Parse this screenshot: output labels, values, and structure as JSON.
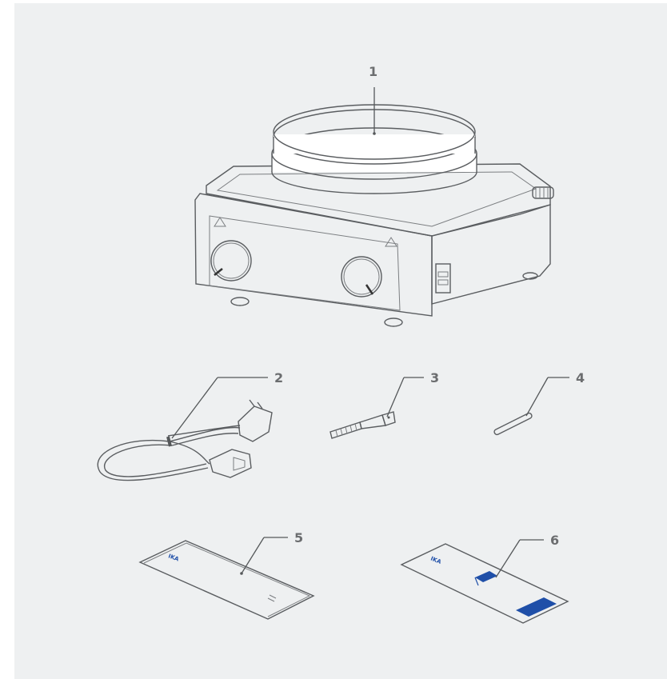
{
  "callouts": [
    {
      "id": 1,
      "label": "1"
    },
    {
      "id": 2,
      "label": "2"
    },
    {
      "id": 3,
      "label": "3"
    },
    {
      "id": 4,
      "label": "4"
    },
    {
      "id": 5,
      "label": "5"
    },
    {
      "id": 6,
      "label": "6"
    }
  ],
  "manual_logo": "IKA",
  "colors": {
    "background": "#eef0f1",
    "outline": "#5a5d60",
    "accent_blue": "#1f4fa8",
    "callout_text": "#6b6d6f"
  }
}
